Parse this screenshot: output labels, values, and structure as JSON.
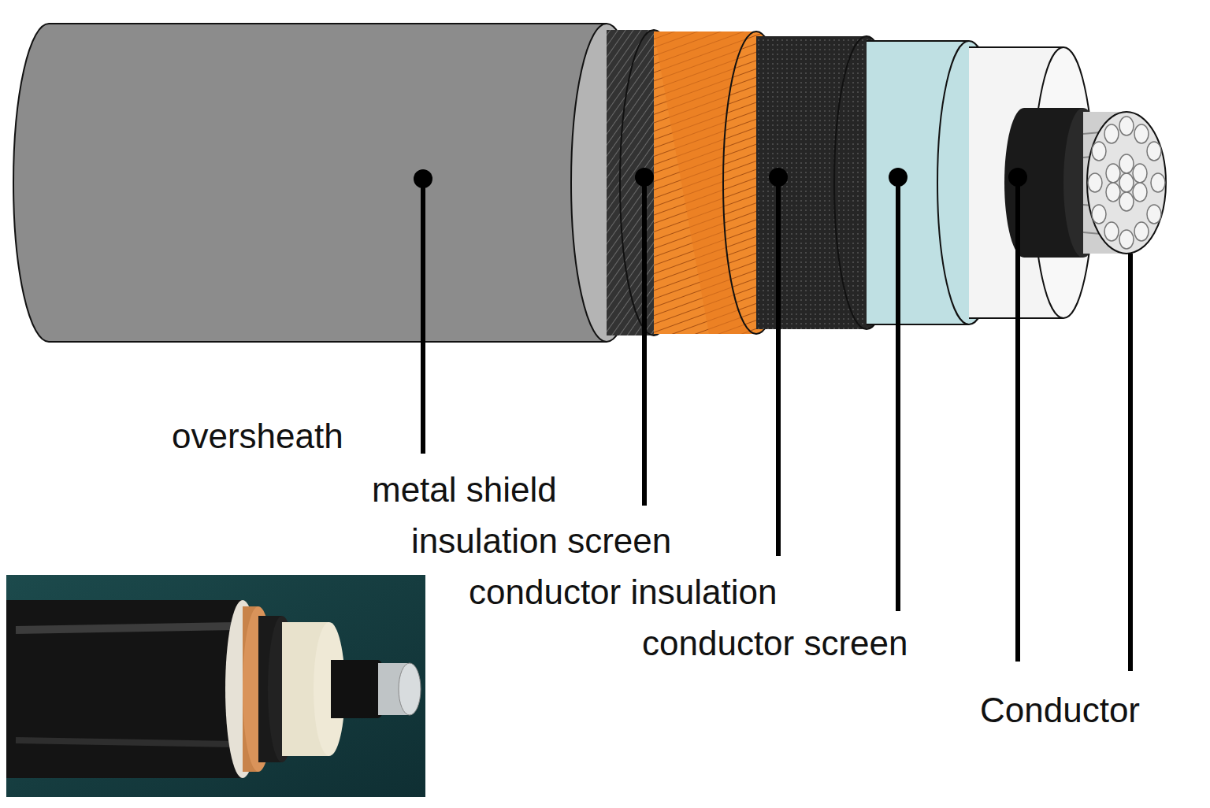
{
  "diagram": {
    "labels": [
      "oversheath",
      "metal shield",
      "insulation screen",
      "conductor insulation",
      "conductor screen",
      "Conductor"
    ]
  }
}
